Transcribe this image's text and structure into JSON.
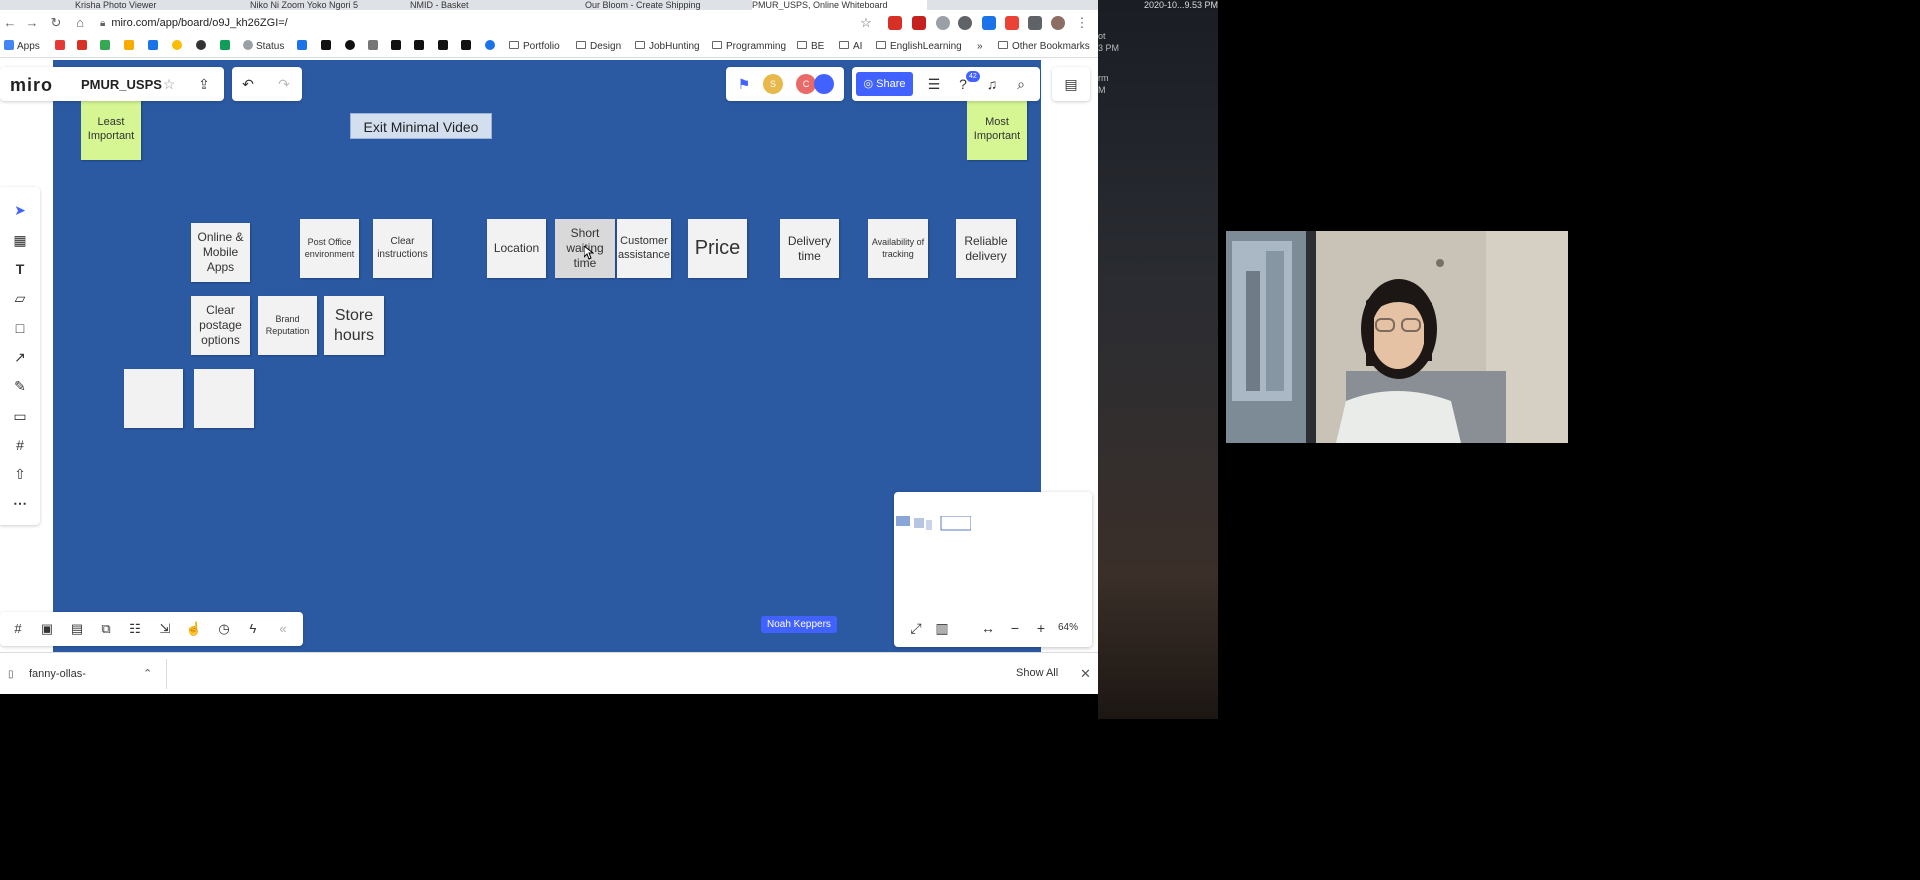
{
  "browser": {
    "tabs": [
      "Krisha Photo Viewer",
      "Niko Ni Zoom Yoko Ngori 5",
      "NMID - Basket",
      "Our Bloom - Create Shipping",
      "PMUR_USPS, Online Whiteboard"
    ],
    "url": "miro.com/app/board/o9J_kh26ZGI=/",
    "bookmarks": {
      "apps": "Apps",
      "status": "Status",
      "portfolio": "Portfolio",
      "design": "Design",
      "jobhunting": "JobHunting",
      "programming": "Programming",
      "be": "BE",
      "ai": "AI",
      "english": "EnglishLearning",
      "more": "»",
      "other": "Other Bookmarks"
    }
  },
  "miro": {
    "logo": "miro",
    "board_name": "PMUR_USPS",
    "share_label": "Share",
    "notifications_count": "42",
    "avatar_letter_1": "S",
    "avatar_letter_2": "C",
    "zoom": "64%",
    "collaborator": "Noah Keppers",
    "exit_video": "Exit Minimal Video"
  },
  "stickies": {
    "least_important": "Least Important",
    "most_important": "Most Important",
    "online_mobile": "Online & Mobile Apps",
    "post_office_env": "Post Office environment",
    "clear_instructions": "Clear instructions",
    "location": "Location",
    "short_waiting": "Short waiting time",
    "customer_assistance": "Customer assistance",
    "price": "Price",
    "delivery_time": "Delivery time",
    "availability_tracking": "Availability of tracking",
    "reliable_delivery": "Reliable delivery",
    "clear_postage": "Clear postage options",
    "brand_reputation": "Brand Reputation",
    "store_hours": "Store hours"
  },
  "downloads": {
    "file": "fanny-ollas-",
    "show_all": "Show All"
  },
  "desktop": {
    "clock": "2020-10...9.53 PM",
    "side_1": "ot",
    "side_2": "3 PM",
    "side_3": "rm",
    "side_4": "M"
  },
  "colors": {
    "board": "#2b5aa3",
    "sticky_yellow": "#d5f692",
    "sticky_white": "#f2f2f2",
    "accent": "#4262ff"
  }
}
